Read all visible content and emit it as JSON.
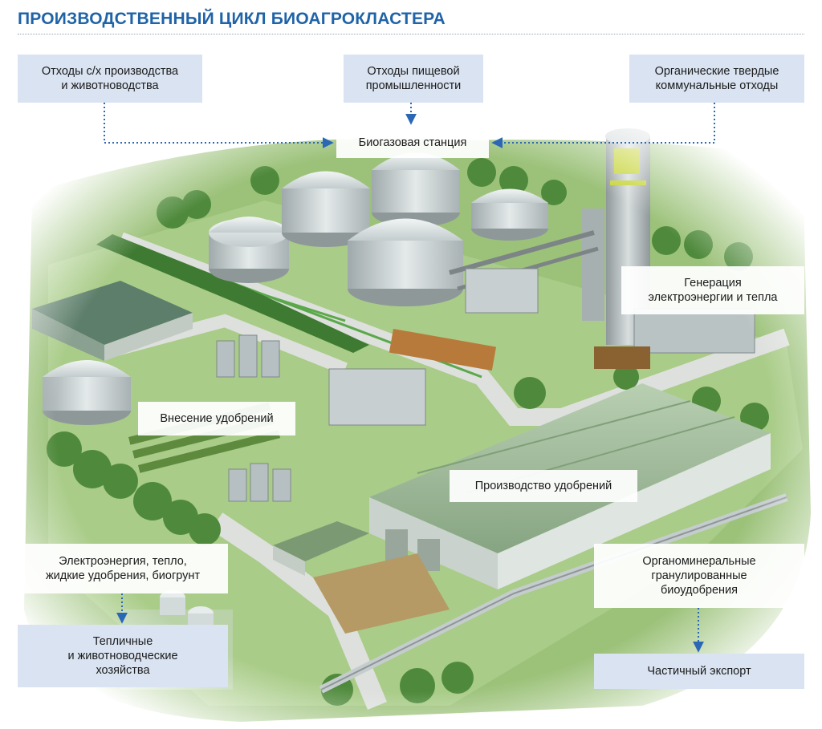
{
  "header": {
    "title": "ПРОИЗВОДСТВЕННЫЙ ЦИКЛ БИОАГРОКЛАСТЕРА"
  },
  "colors": {
    "title": "#1f63a8",
    "label_blue_bg": "#d9e3f1",
    "arrow": "#2a67b5",
    "grass": "#8ab866",
    "road": "#d8dcd8",
    "tank": "#c9d2d3",
    "hangar_roof": "#9fba98"
  },
  "labels": {
    "agri_waste": "Отходы с/х производства\nи животноводства",
    "food_waste": "Отходы пищевой\nпромышленности",
    "msw": "Органические твердые\nкоммунальные отходы",
    "biogas_station": "Биогазовая станция",
    "power_heat": "Генерация\nэлектроэнергии и тепла",
    "fertilizer_application": "Внесение удобрений",
    "fertilizer_production": "Производство удобрений",
    "outputs": "Электроэнергия, тепло,\nжидкие удобрения, биогрунт",
    "organomineral": "Органоминеральные\nгранулированные\nбиоудобрения",
    "farms": "Тепличные\nи животноводческие\nхозяйства",
    "export": "Частичный экспорт"
  },
  "icons": {
    "arrow": "arrowhead-icon"
  }
}
